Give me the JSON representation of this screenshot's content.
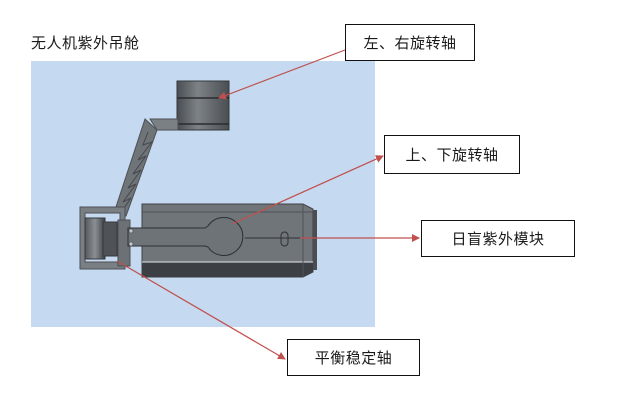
{
  "title": "无人机紫外吊舱",
  "labels": {
    "yaw_axis": "左、右旋转轴",
    "pitch_axis": "上、下旋转轴",
    "uv_module": "日盲紫外模块",
    "stabilizer_axis": "平衡稳定轴"
  },
  "colors": {
    "figure_background": "#c5d9f0",
    "arrow": "#c0504d",
    "device_body": "#6e7378",
    "device_dark": "#3c3f43",
    "label_border": "#111111"
  }
}
